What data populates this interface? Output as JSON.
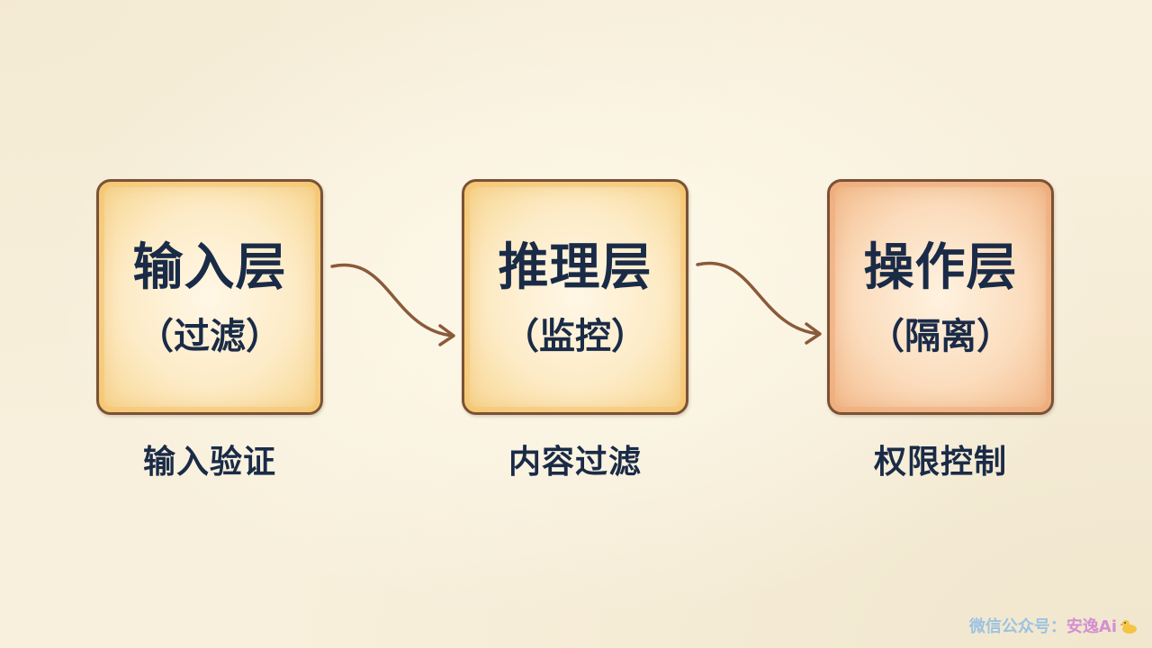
{
  "layers": [
    {
      "title": "输入层",
      "subtitle": "（过滤）",
      "caption": "输入验证"
    },
    {
      "title": "推理层",
      "subtitle": "（监控）",
      "caption": "内容过滤"
    },
    {
      "title": "操作层",
      "subtitle": "（隔离）",
      "caption": "权限控制"
    }
  ],
  "watermark": {
    "prefix": "微信公众号：",
    "name": "安逸Ai",
    "logo_icon": "duck-icon"
  },
  "colors": {
    "text": "#1a2b47",
    "box_border": "#7a5236",
    "arrow": "#8a5a3a",
    "background": "#f8f0dc"
  }
}
